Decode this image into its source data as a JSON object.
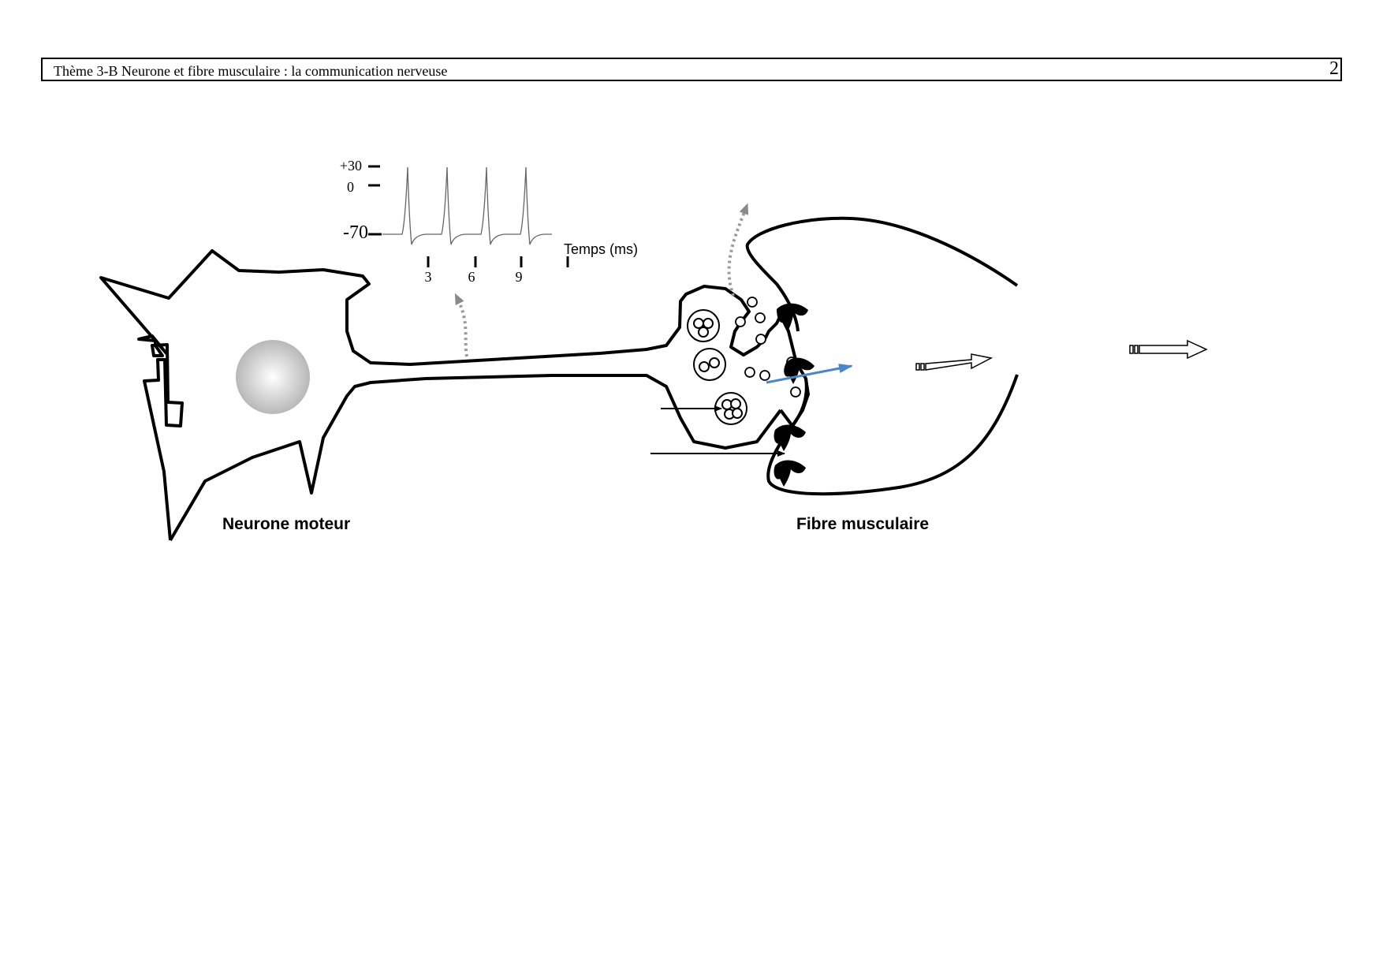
{
  "header": {
    "title": "Thème 3-B Neurone et fibre musculaire : la communication nerveuse",
    "page_number": "2"
  },
  "potential_graph": {
    "y_ticks": [
      "+30",
      "0",
      "-70"
    ],
    "x_ticks": [
      "3",
      "6",
      "9"
    ],
    "x_label": "Temps (ms)",
    "spike_count": 4
  },
  "labels": {
    "neuron": "Neurone moteur",
    "fiber": "Fibre musculaire"
  },
  "colors": {
    "outline": "#000000",
    "nucleus_center": "#ffffff",
    "nucleus_edge": "#b8b8b8",
    "dotted_arrow": "#9a9a9a",
    "blue_arrow": "#4a86c8"
  }
}
